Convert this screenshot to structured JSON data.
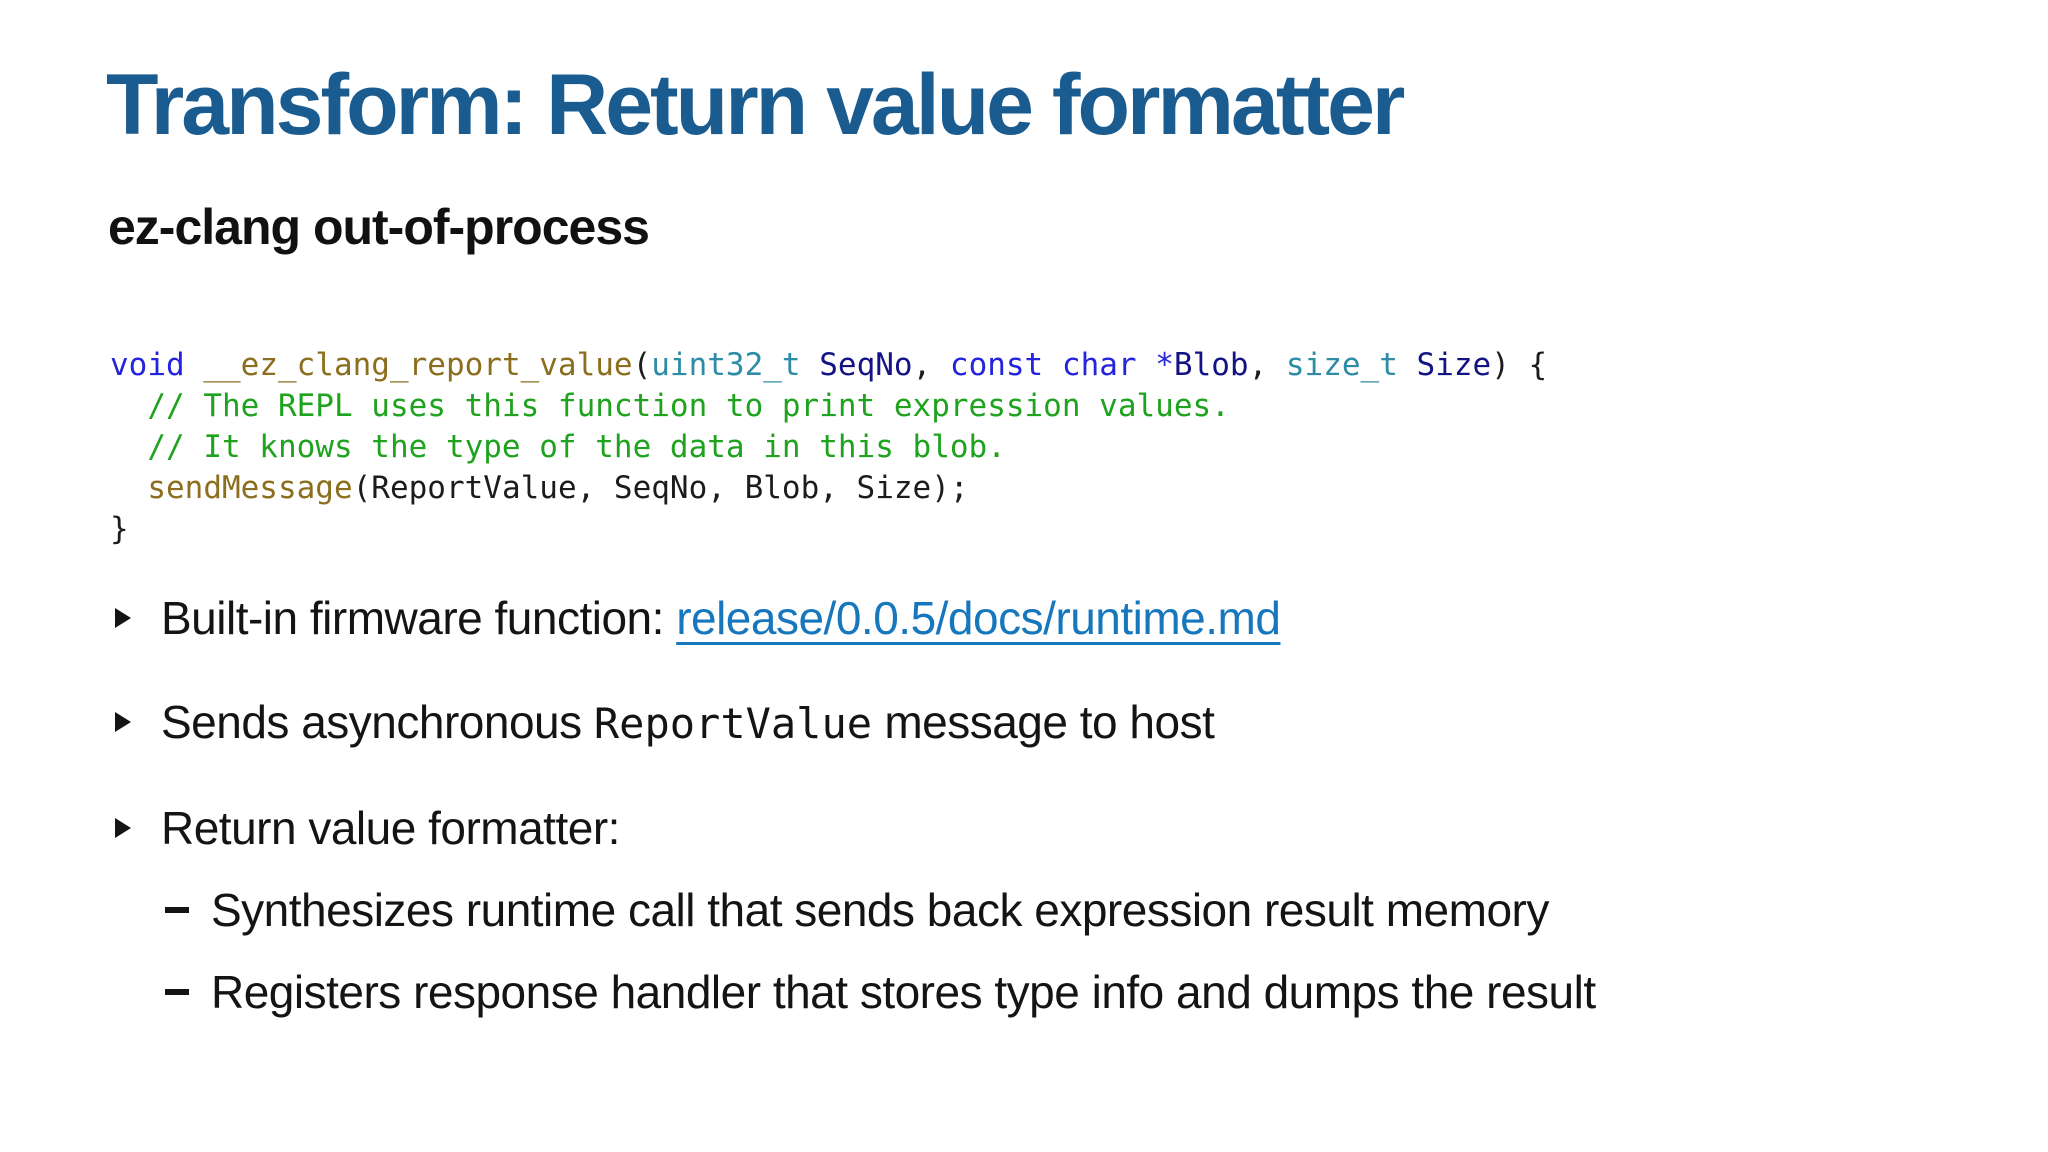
{
  "slide": {
    "title": "Transform: Return value formatter",
    "subtitle": "ez-clang out-of-process"
  },
  "colors": {
    "title_blue": "#1B5C90",
    "link_blue": "#1777BD",
    "body_text": "#141414",
    "code_keyword": "#2424DC",
    "code_function": "#8B6E1E",
    "code_type": "#2E8CA6",
    "code_param": "#131386",
    "code_comment": "#1FA31F",
    "code_plain": "#1C1C1C"
  },
  "code": {
    "lines": [
      [
        {
          "t": "void",
          "c": "keyword"
        },
        {
          "t": " ",
          "c": "plain"
        },
        {
          "t": "__ez_clang_report_value",
          "c": "function"
        },
        {
          "t": "(",
          "c": "plain"
        },
        {
          "t": "uint32_t",
          "c": "type"
        },
        {
          "t": " ",
          "c": "plain"
        },
        {
          "t": "SeqNo",
          "c": "param"
        },
        {
          "t": ", ",
          "c": "plain"
        },
        {
          "t": "const",
          "c": "keyword"
        },
        {
          "t": " ",
          "c": "plain"
        },
        {
          "t": "char",
          "c": "keyword"
        },
        {
          "t": " ",
          "c": "plain"
        },
        {
          "t": "*",
          "c": "keyword"
        },
        {
          "t": "Blob",
          "c": "param"
        },
        {
          "t": ", ",
          "c": "plain"
        },
        {
          "t": "size_t",
          "c": "type"
        },
        {
          "t": " ",
          "c": "plain"
        },
        {
          "t": "Size",
          "c": "param"
        },
        {
          "t": ") {",
          "c": "plain"
        }
      ],
      [
        {
          "t": "  ",
          "c": "plain"
        },
        {
          "t": "// The REPL uses this function to print expression values.",
          "c": "comment"
        }
      ],
      [
        {
          "t": "  ",
          "c": "plain"
        },
        {
          "t": "// It knows the type of the data in this blob.",
          "c": "comment"
        }
      ],
      [
        {
          "t": "  ",
          "c": "plain"
        },
        {
          "t": "sendMessage",
          "c": "function"
        },
        {
          "t": "(ReportValue, SeqNo, Blob, Size);",
          "c": "plain"
        }
      ],
      [
        {
          "t": "}",
          "c": "plain"
        }
      ]
    ]
  },
  "bullets": {
    "marker_level1": "triangle-right",
    "marker_level2": "dash",
    "items": [
      {
        "level": 1,
        "segments": [
          {
            "text": "Built-in firmware function: "
          },
          {
            "text": "release/0.0.5/docs/runtime.md",
            "style": "link"
          }
        ]
      },
      {
        "level": 1,
        "segments": [
          {
            "text": "Sends asynchronous "
          },
          {
            "text": "ReportValue",
            "style": "mono"
          },
          {
            "text": " message to host"
          }
        ]
      },
      {
        "level": 1,
        "segments": [
          {
            "text": "Return value formatter:"
          }
        ]
      },
      {
        "level": 2,
        "segments": [
          {
            "text": "Synthesizes runtime call that sends back expression result memory"
          }
        ]
      },
      {
        "level": 2,
        "segments": [
          {
            "text": "Registers response handler that stores type info and dumps the result"
          }
        ]
      }
    ]
  }
}
